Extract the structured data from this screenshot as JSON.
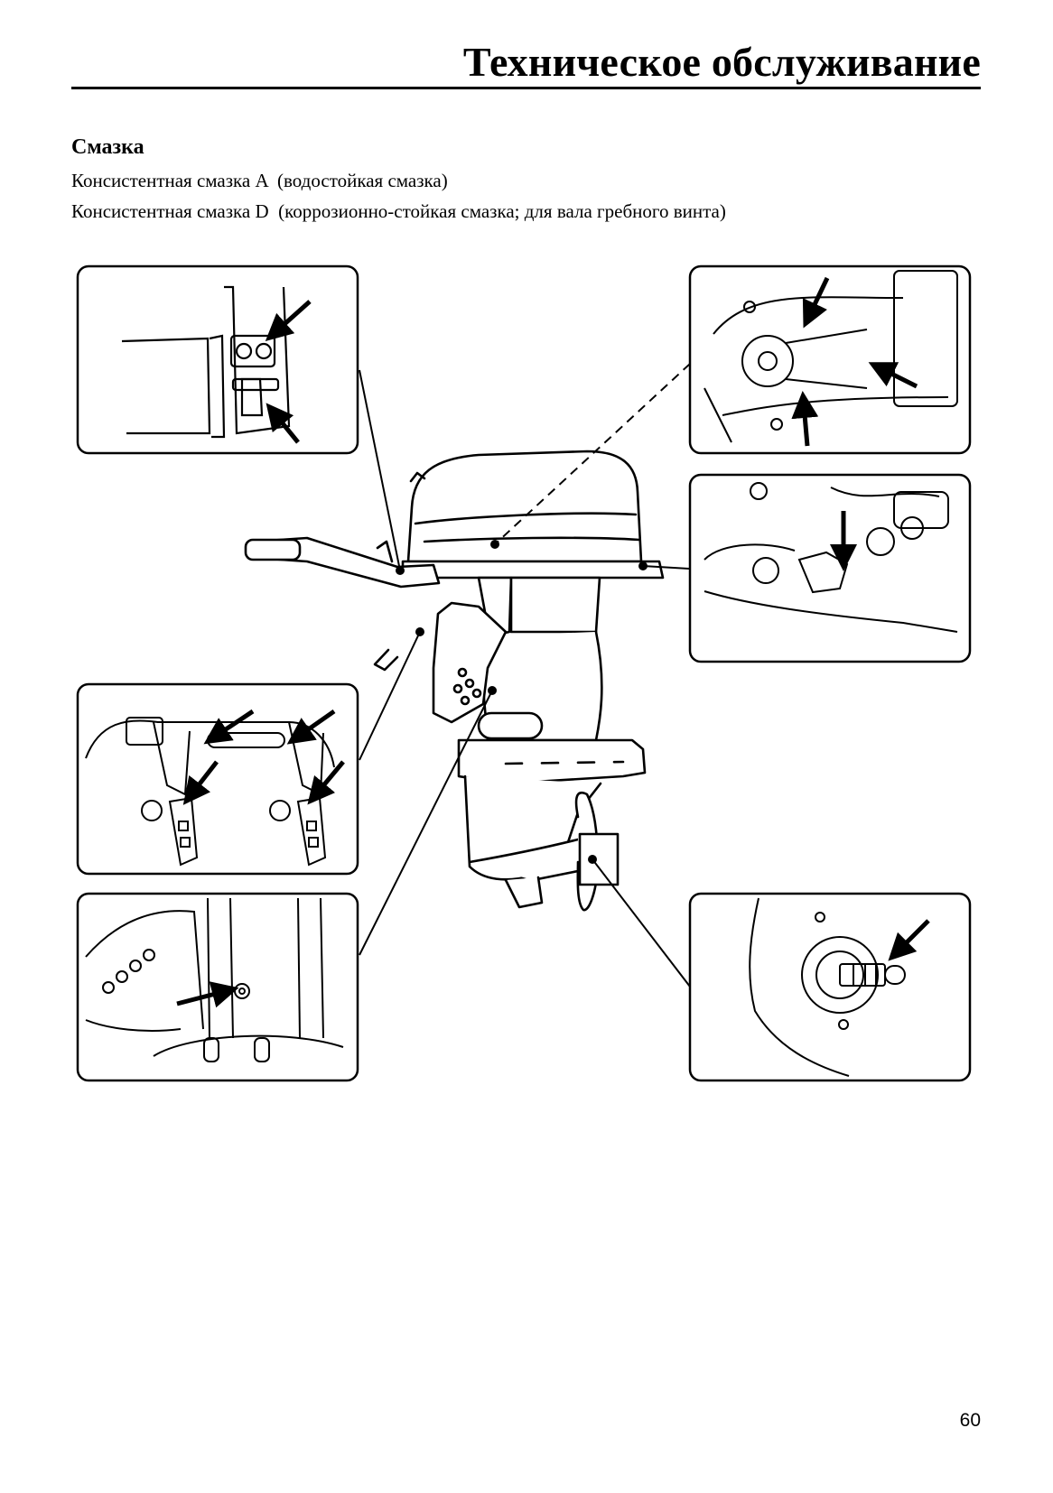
{
  "header": {
    "title": "Техническое обслуживание"
  },
  "section": {
    "heading": "Смазка",
    "lines": [
      "Консистентная смазка A  (водостойкая смазка)",
      "Консистентная смазка D  (коррозионно-стойкая смазка; для вала гребного винта)"
    ]
  },
  "illustration": {
    "subject": "outboard-motor",
    "detail_views": [
      "tiller-pivot",
      "throttle-shift-linkage",
      "carburetor-linkage",
      "clamp-brackets",
      "swivel-grease-fitting",
      "propeller-shaft"
    ]
  },
  "footer": {
    "page_number": "60"
  }
}
